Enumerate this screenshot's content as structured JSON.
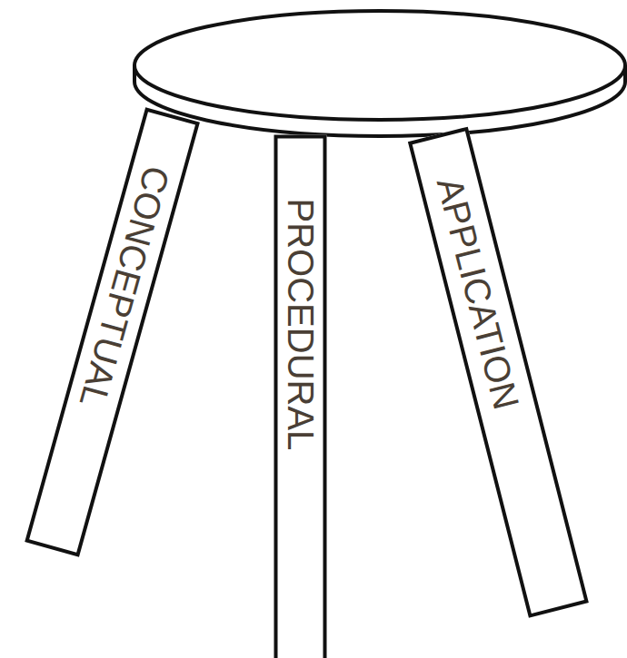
{
  "diagram": {
    "nodes": [
      {
        "text": [
          "CONCEPTUAL"
        ]
      },
      {
        "text": [
          "PROCEDURAL"
        ]
      },
      {
        "text": [
          "APPLICATION"
        ]
      }
    ]
  }
}
